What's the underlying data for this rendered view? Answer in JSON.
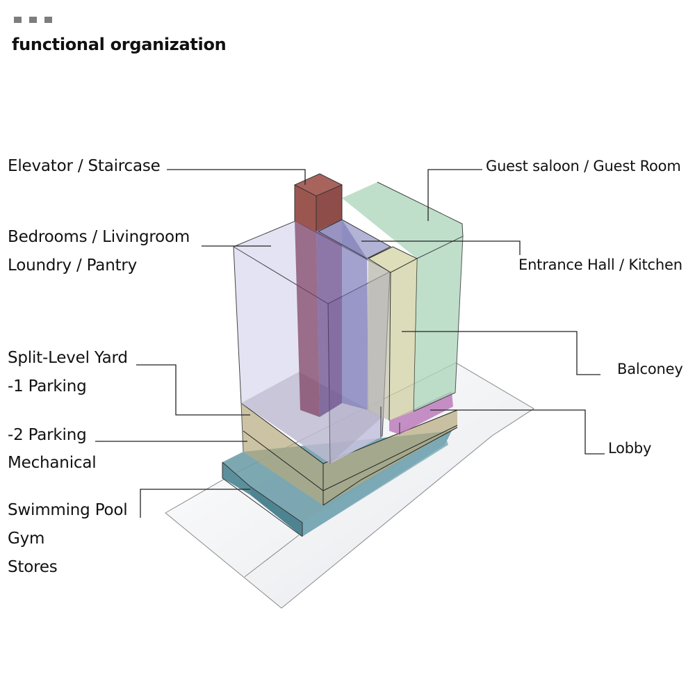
{
  "header": {
    "title": "functional organization",
    "dots_count": 3
  },
  "labels": {
    "left": [
      {
        "id": "elevator",
        "text": "Elevator / Staircase"
      },
      {
        "id": "bedrooms",
        "text": "Bedrooms / Livingroom"
      },
      {
        "id": "laundry",
        "text": "Loundry / Pantry"
      },
      {
        "id": "yard",
        "text": "Split-Level Yard"
      },
      {
        "id": "parking1",
        "text": "-1 Parking"
      },
      {
        "id": "parking2",
        "text": "-2 Parking"
      },
      {
        "id": "mechanical",
        "text": "Mechanical"
      },
      {
        "id": "pool",
        "text": "Swimming Pool"
      },
      {
        "id": "gym",
        "text": "Gym"
      },
      {
        "id": "stores",
        "text": "Stores"
      }
    ],
    "right": [
      {
        "id": "guest",
        "text": "Guest saloon / Guest Room"
      },
      {
        "id": "entrance",
        "text": "Entrance Hall / Kitchen"
      },
      {
        "id": "balcony",
        "text": "Balconey"
      },
      {
        "id": "lobby",
        "text": "Lobby"
      }
    ]
  },
  "colors": {
    "elevator": "#9e5c57",
    "bedrooms": "#d8d6ec",
    "entrance": "#8686b8",
    "guest": "#a9d4b8",
    "balcony": "#d6d6a8",
    "lobby": "#b06ab0",
    "parking": "#b7ac84",
    "pool": "#5e97a3",
    "site": "#f1f2f4",
    "line": "#222222"
  }
}
